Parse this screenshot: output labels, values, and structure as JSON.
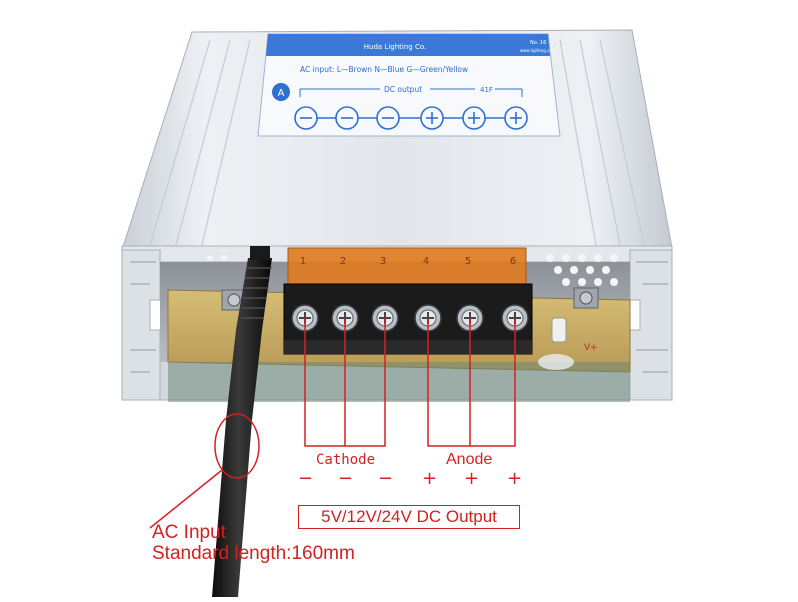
{
  "label_sticker": {
    "company": "Huda Lighting Co.",
    "corner_text": "No. 16",
    "small_text": "www.lighting.co.cn",
    "ac_input_text": "AC input: L—Brown N—Blue G—Green/Yellow",
    "dc_output_text": "DC output",
    "current_text": "41F",
    "logo_letter": "A"
  },
  "terminal_numbers": [
    "1",
    "2",
    "3",
    "4",
    "5",
    "6"
  ],
  "annotations": {
    "cathode": "Cathode",
    "anode": "Anode",
    "minus_signs": [
      "−",
      "−",
      "−"
    ],
    "plus_signs": [
      "+",
      "+",
      "+"
    ],
    "dc_output": "5V/12V/24V DC Output",
    "ac_input_line1": "AC Input",
    "ac_input_line2": "Standard length:160mm"
  },
  "colors": {
    "annotation_red": "#d42020",
    "label_blue": "#2f6fd0",
    "housing_silver": "#dfe4ea",
    "pcb_yellow": "#d8c07a"
  }
}
